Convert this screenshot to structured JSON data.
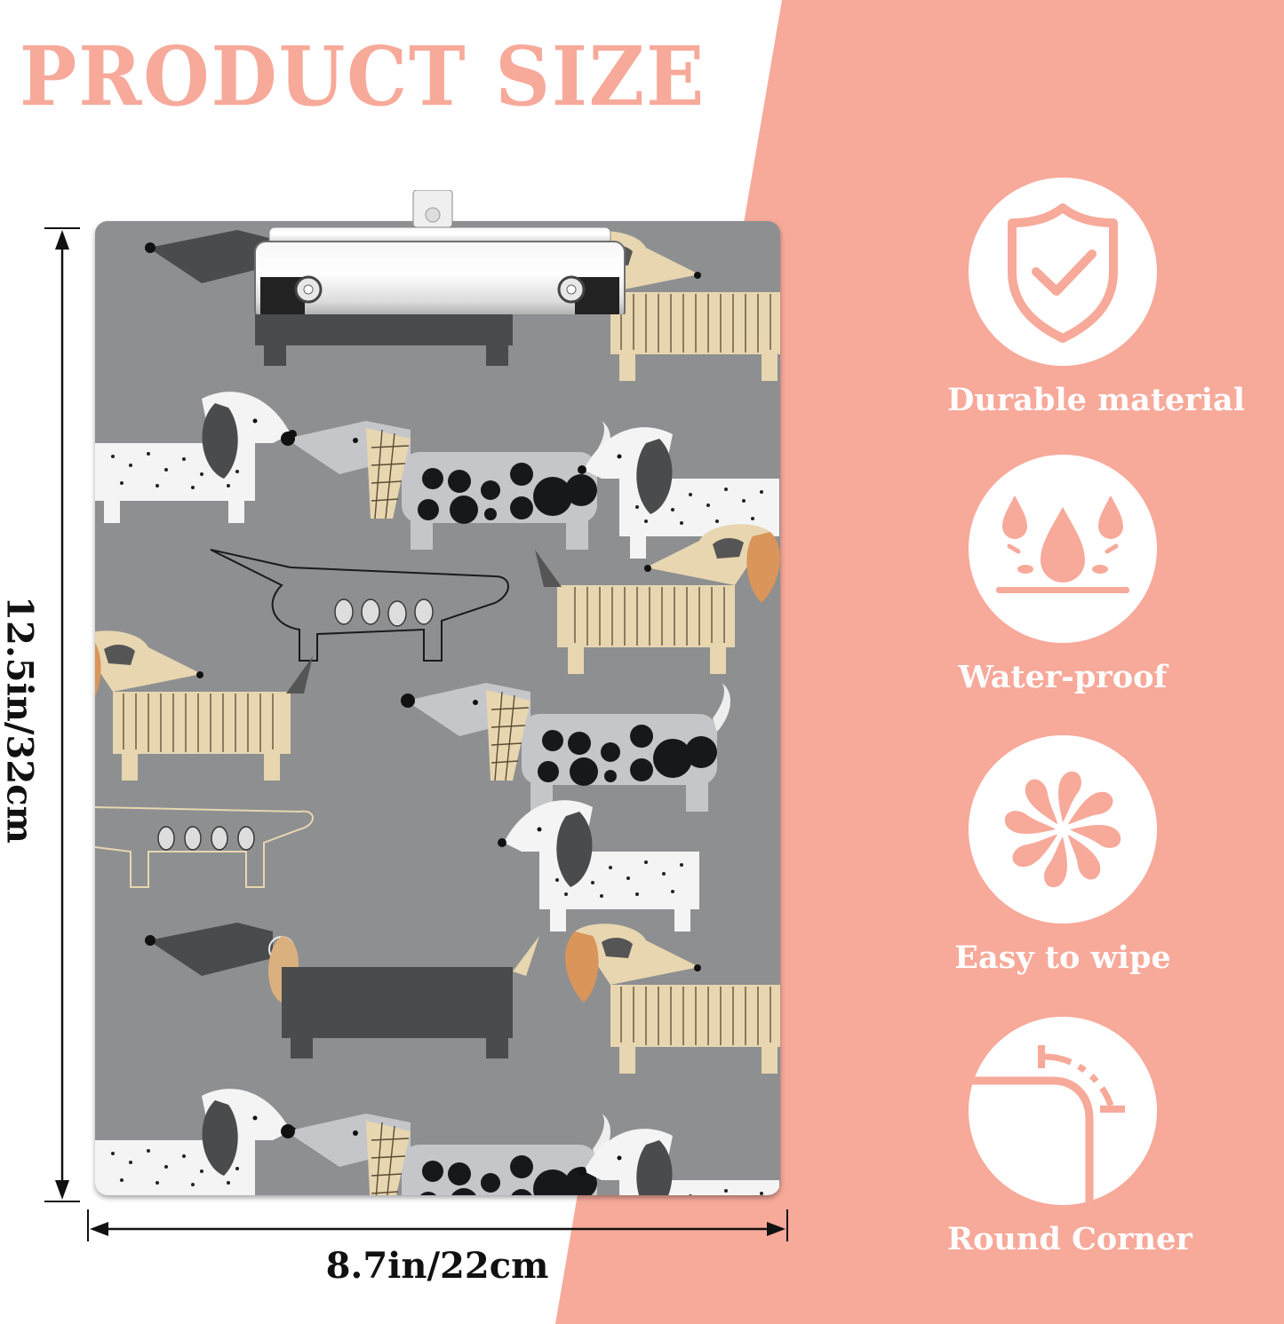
{
  "title": "PRODUCT SIZE",
  "colors": {
    "accent_pink": "#f7a99a",
    "board_gray": "#8e8f91",
    "dim_text": "#111111"
  },
  "dimensions": {
    "height_label": "12.5in/32cm",
    "width_label": "8.7in/22cm"
  },
  "product": {
    "type": "clipboard",
    "pattern": "dachshund dogs on gray",
    "clip": "silver metal low-profile clip"
  },
  "features": [
    {
      "icon": "shield-check-icon",
      "label": "Durable material"
    },
    {
      "icon": "water-drops-icon",
      "label": "Water-proof"
    },
    {
      "icon": "swirl-wipe-icon",
      "label": "Easy to wipe"
    },
    {
      "icon": "round-corner-icon",
      "label": "Round Corner"
    }
  ]
}
